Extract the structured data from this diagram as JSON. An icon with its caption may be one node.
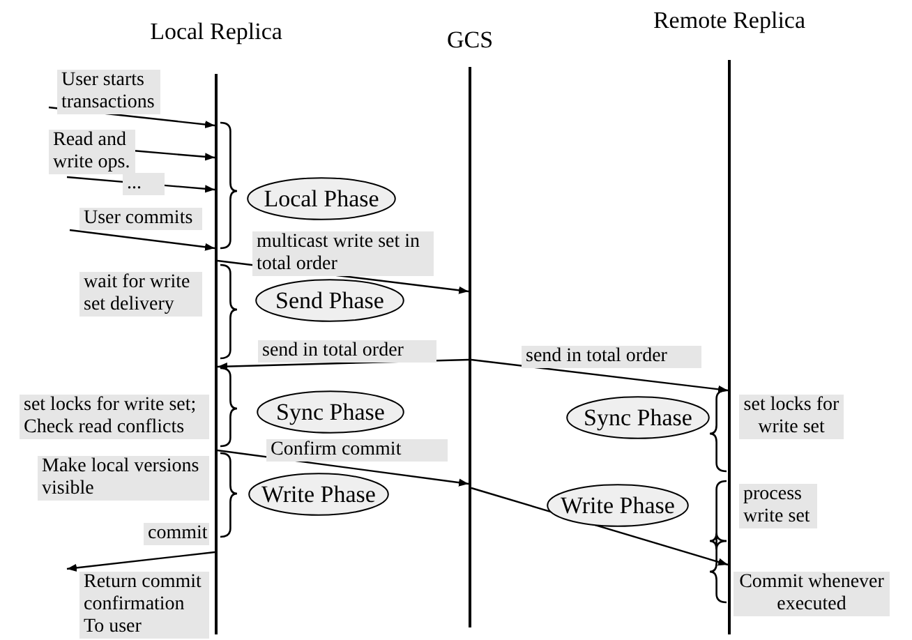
{
  "diagram": {
    "nodes": [
      {
        "text": [
          "Local Replica"
        ]
      },
      {
        "text": [
          "GCS"
        ]
      },
      {
        "text": [
          "Remote Replica"
        ]
      },
      {
        "text": [
          "Local Phase"
        ]
      },
      {
        "text": [
          "Send Phase"
        ]
      },
      {
        "text": [
          "Sync Phase"
        ]
      },
      {
        "text": [
          "Write Phase"
        ]
      },
      {
        "text": [
          "Sync Phase"
        ]
      },
      {
        "text": [
          "Write Phase"
        ]
      }
    ],
    "edges": [
      {
        "from": null,
        "to": 0,
        "arrow": "to",
        "label": "User starts transactions"
      },
      {
        "from": null,
        "to": 0,
        "arrow": "to",
        "label": "Read and write ops."
      },
      {
        "from": null,
        "to": 0,
        "arrow": "to",
        "label": "..."
      },
      {
        "from": null,
        "to": 0,
        "arrow": "to",
        "label": "User commits"
      },
      {
        "from": 0,
        "to": 1,
        "arrow": "to",
        "label": "multicast write set in total order"
      },
      {
        "from": 1,
        "to": 0,
        "arrow": "to",
        "label": "send in total order"
      },
      {
        "from": 1,
        "to": 2,
        "arrow": "to",
        "label": "send in total order"
      },
      {
        "from": 0,
        "to": 1,
        "arrow": "to",
        "label": "Confirm commit"
      },
      {
        "from": 1,
        "to": 2,
        "arrow": "to"
      },
      {
        "from": 0,
        "to": null,
        "arrow": "to",
        "label": "Return commit confirmation To user"
      }
    ],
    "labels": [
      "wait for write set delivery",
      "set locks for write set; Check read conflicts",
      "Make local versions visible",
      "commit",
      "set locks for write set",
      "process write set",
      "Commit whenever executed"
    ]
  }
}
